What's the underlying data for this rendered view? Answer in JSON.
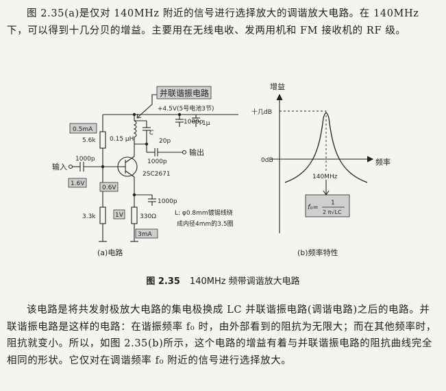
{
  "paragraph_top": "图 2.35(a)是仅对 140MHz 附近的信号进行选择放大的调谐放大电路。在 140MHz 下，可以得到十几分贝的增益。主要用在无线电收、发两用机和 FM 接收机的 RF 级。",
  "circuit": {
    "title_box": "并联谐振电路",
    "supply": "+4.5V(5号电池3节)",
    "cap_1000p_top": "1000p",
    "cap_1u": "1μ",
    "current_05mA": "0.5mA",
    "r_5k6": "5.6k",
    "inductor": "0.15 μH",
    "cap_c": "C",
    "cap_20p": "20p",
    "cap_1000p_out": "1000p",
    "output_label": "输出",
    "input_label": "输入",
    "cap_1000p_in": "1000p",
    "transistor": "2SC2671",
    "v_1_6V": "1.6V",
    "v_0_6V": "0.6V",
    "r_3k3": "3.3k",
    "v_1V": "1V",
    "r_330": "330Ω",
    "cap_1000p_emitter": "1000p",
    "current_3mA": "3mA",
    "coil_note_line1": "L: φ0.8mm镀锡线绕",
    "coil_note_line2": "成内径4mm的3.5圈",
    "label": "(a)电路"
  },
  "freq_plot": {
    "ylabel": "增益",
    "xlabel": "频率",
    "peak_label": "十几dB",
    "zero_label": "0dB",
    "center_label": "140MHz",
    "formula_lhs": "f₀=",
    "formula_num": "1",
    "formula_den": "2 π√LC",
    "label": "(b)频率特性"
  },
  "caption": {
    "number": "图 2.35",
    "text": "140MHz 频带调谐放大电路"
  },
  "paragraph_bottom": "该电路是将共发射极放大电路的集电极换成 LC 并联谐振电路(调谐电路)之后的电路。并联谐振电路是这样的电路：在谐振频率 f₀ 时，由外部看到的阻抗为无限大；而在其他频率时，阻抗就变小。所以，如图 2.35(b)所示，这个电路的增益有着与并联谐振电路的阻抗曲线完全相同的形状。它仅对在调谐频率 f₀ 附近的信号进行选择放大。"
}
